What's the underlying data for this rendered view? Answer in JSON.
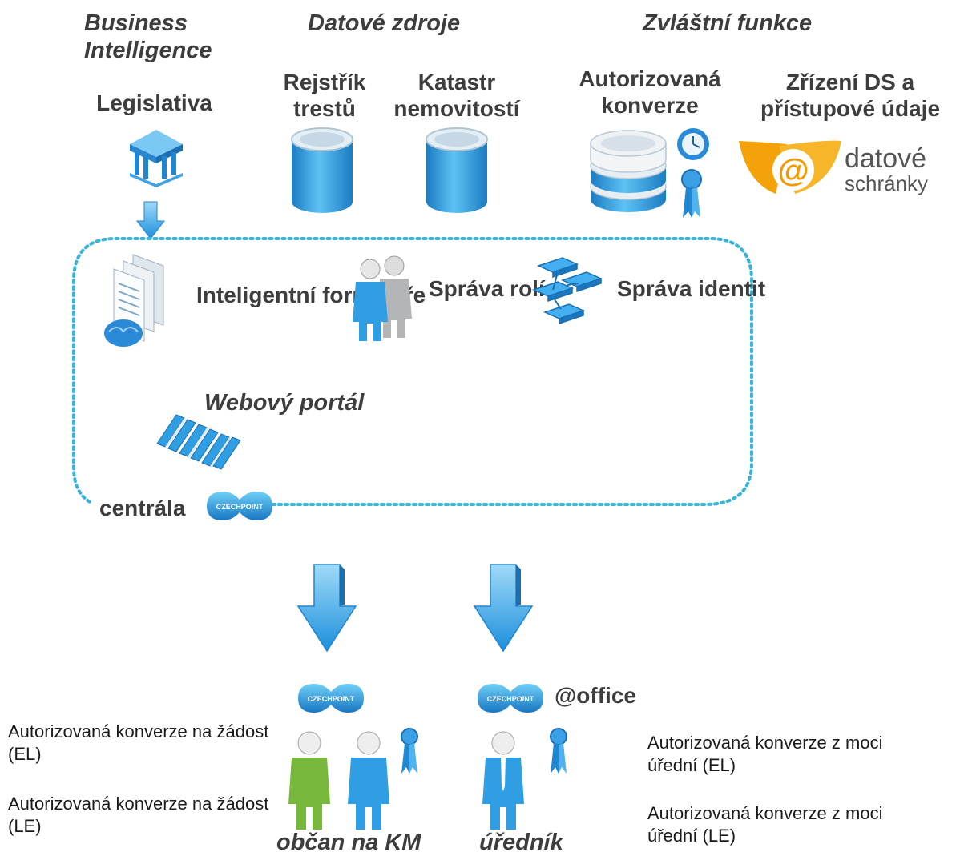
{
  "headers": {
    "bi": "Business Intelligence",
    "datove_zdroje": "Datové zdroje",
    "zvlastni_funkce": "Zvláštní funkce"
  },
  "top": {
    "legislativa": "Legislativa",
    "rejstrik": "Rejstřík trestů",
    "katastr": "Katastr nemovitostí",
    "konverze": "Autorizovaná konverze",
    "zrizeni": "Zřízení DS a přístupové údaje",
    "ds_logo_line1": "datové",
    "ds_logo_line2": "schránky"
  },
  "central": {
    "formulare": "Inteligentní formuláře",
    "role": "Správa rolí",
    "identit": "Správa identit",
    "portal": "Webový portál",
    "centrala": "centrála",
    "badge": "CZECHPOINT"
  },
  "bottom": {
    "office": "@office",
    "obcan": "občan na KM",
    "urednik": "úředník"
  },
  "notes": {
    "left1": "Autorizovaná konverze na žádost (EL)",
    "left2": "Autorizovaná konverze na žádost (LE)",
    "right1": "Autorizovaná konverze z moci úřední (EL)",
    "right2": "Autorizovaná konverze z moci úřední (LE)"
  },
  "colors": {
    "blue": "#2f9ee3",
    "dark_blue": "#1870b5",
    "dotted": "#39b3d6",
    "green": "#77b83c",
    "gray": "#a9abad",
    "orange": "#f4a20a"
  }
}
